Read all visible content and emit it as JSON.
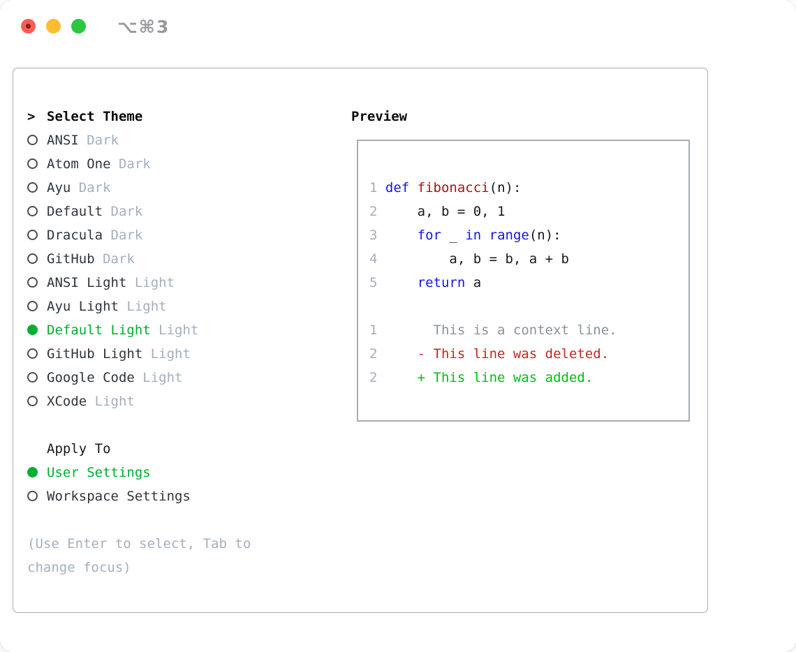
{
  "titlebar": {
    "title": "⌥⌘3"
  },
  "theme_list": {
    "header_marker": ">",
    "header": "Select Theme",
    "items": [
      {
        "name": "ANSI",
        "tag": "Dark",
        "selected": false
      },
      {
        "name": "Atom One",
        "tag": "Dark",
        "selected": false
      },
      {
        "name": "Ayu",
        "tag": "Dark",
        "selected": false
      },
      {
        "name": "Default",
        "tag": "Dark",
        "selected": false
      },
      {
        "name": "Dracula",
        "tag": "Dark",
        "selected": false
      },
      {
        "name": "GitHub",
        "tag": "Dark",
        "selected": false
      },
      {
        "name": "ANSI Light",
        "tag": "Light",
        "selected": false
      },
      {
        "name": "Ayu Light",
        "tag": "Light",
        "selected": false
      },
      {
        "name": "Default Light",
        "tag": "Light",
        "selected": true
      },
      {
        "name": "GitHub Light",
        "tag": "Light",
        "selected": false
      },
      {
        "name": "Google Code",
        "tag": "Light",
        "selected": false
      },
      {
        "name": "XCode",
        "tag": "Light",
        "selected": false
      }
    ]
  },
  "apply_to": {
    "header": "Apply To",
    "items": [
      {
        "name": "User Settings",
        "selected": true
      },
      {
        "name": "Workspace Settings",
        "selected": false
      }
    ]
  },
  "help_lines": [
    "(Use Enter to select, Tab to",
    "change focus)"
  ],
  "preview": {
    "header": "Preview",
    "lines": [
      [
        {
          "c": "ln",
          "t": "1 "
        },
        {
          "c": "kw",
          "t": "def"
        },
        {
          "c": "",
          "t": " "
        },
        {
          "c": "fn",
          "t": "fibonacci"
        },
        {
          "c": "",
          "t": "(n):"
        }
      ],
      [
        {
          "c": "ln",
          "t": "2 "
        },
        {
          "c": "",
          "t": "    a, b = 0, 1"
        }
      ],
      [
        {
          "c": "ln",
          "t": "3 "
        },
        {
          "c": "",
          "t": "    "
        },
        {
          "c": "kw",
          "t": "for"
        },
        {
          "c": "",
          "t": " _ "
        },
        {
          "c": "kw",
          "t": "in"
        },
        {
          "c": "",
          "t": " "
        },
        {
          "c": "kw",
          "t": "range"
        },
        {
          "c": "",
          "t": "(n):"
        }
      ],
      [
        {
          "c": "ln",
          "t": "4 "
        },
        {
          "c": "",
          "t": "        a, b = b, a + b"
        }
      ],
      [
        {
          "c": "ln",
          "t": "5 "
        },
        {
          "c": "",
          "t": "    "
        },
        {
          "c": "kw",
          "t": "return"
        },
        {
          "c": "",
          "t": " a"
        }
      ],
      [],
      [
        {
          "c": "ln",
          "t": "1 "
        },
        {
          "c": "ctx",
          "t": "      This is a context line."
        }
      ],
      [
        {
          "c": "ln",
          "t": "2 "
        },
        {
          "c": "del",
          "t": "    - This line was deleted."
        }
      ],
      [
        {
          "c": "ln",
          "t": "2 "
        },
        {
          "c": "add",
          "t": "    + This line was added."
        }
      ]
    ]
  },
  "colors": {
    "green": "#00ae32",
    "kw": "#1414e8",
    "fn": "#a51414",
    "ln": "#a3adbb",
    "ctx": "#8b929b",
    "del": "#c5261d",
    "add": "#00bd12",
    "muted": "#a4afbd",
    "ink": "#2f353c",
    "border": "#a6adb5",
    "tl-close": "#f85d55",
    "tl-min": "#febc2e",
    "tl-zoom": "#29c83f",
    "tl-dot": "#8c1d16"
  }
}
